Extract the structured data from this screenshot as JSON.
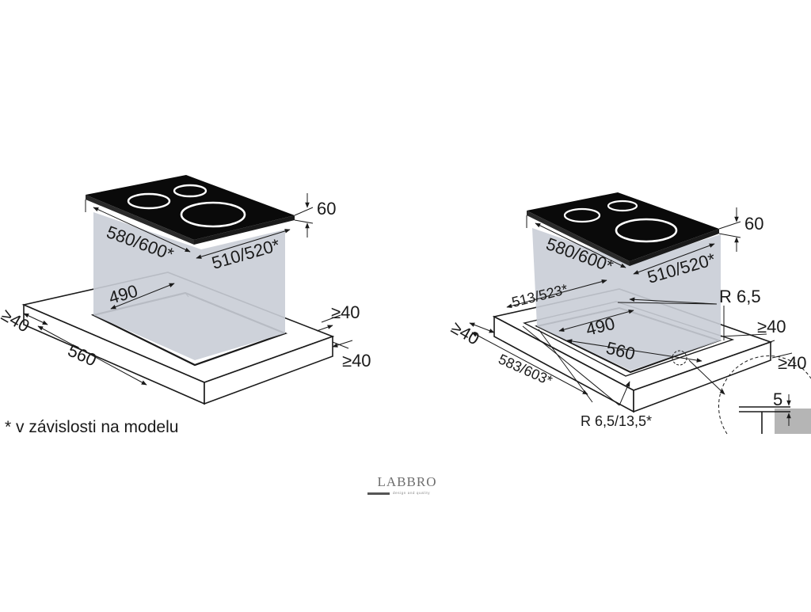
{
  "note": "* v závislosti na modelu",
  "logo": {
    "name": "LABBRO",
    "tagline": "design and quality"
  },
  "left_drawing": {
    "dims": {
      "thickness": "60",
      "width": "580/600*",
      "depth": "510/520*",
      "cutout_depth": "490",
      "cutout_width": "560",
      "margin_front": "≥40",
      "margin_right_top": "≥40",
      "margin_right_bottom": "≥40"
    }
  },
  "right_drawing": {
    "dims": {
      "thickness": "60",
      "width": "580/600*",
      "depth": "510/520*",
      "recess_depth": "513/523*",
      "corner_radius": "R 6,5",
      "cutout_depth": "490",
      "cutout_width": "560",
      "recess_width": "583/603*",
      "recess_radius": "R 6,5/13,5*",
      "margin_front": "≥40",
      "margin_right_top": "≥40",
      "margin_right_bottom": "≥40",
      "detail_depth": "5"
    }
  },
  "colors": {
    "glass": "#0a0a0a",
    "zone": "#ffffff",
    "shadow": "#c9cdd6",
    "detail": "#b5b5b5"
  }
}
